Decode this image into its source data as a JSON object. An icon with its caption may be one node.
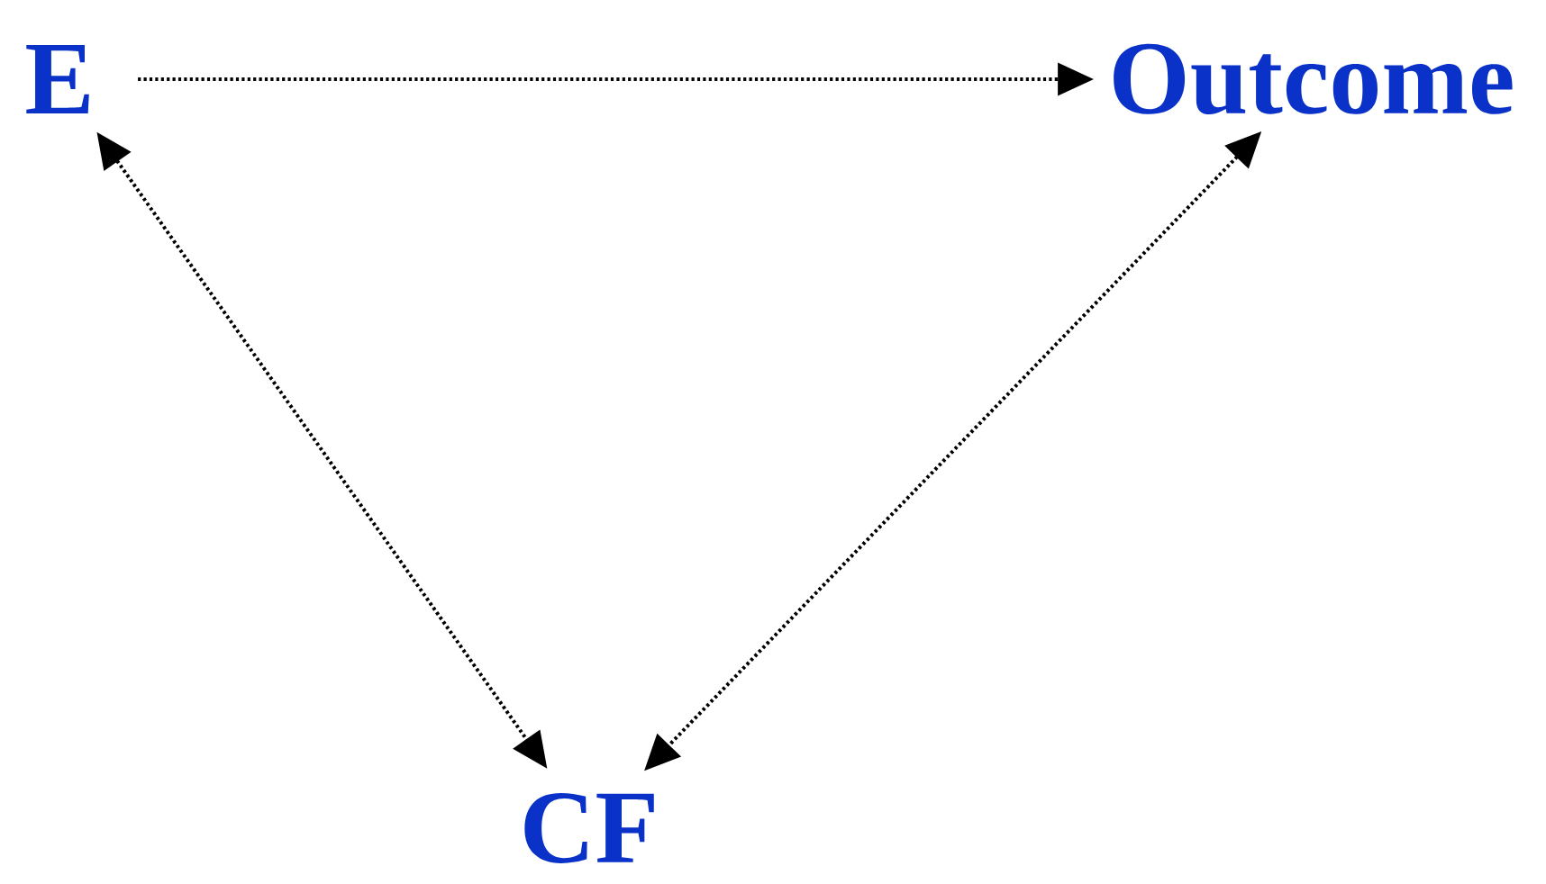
{
  "diagram": {
    "nodes": [
      {
        "text": [
          "E"
        ]
      },
      {
        "text": [
          "Outcome"
        ]
      },
      {
        "text": [
          "CF"
        ]
      }
    ],
    "edges": [
      {
        "from": 0,
        "to": 1,
        "arrow": "to"
      },
      {
        "from": 0,
        "to": 2,
        "arrow": "both"
      },
      {
        "from": 1,
        "to": 2,
        "arrow": "both"
      }
    ]
  }
}
